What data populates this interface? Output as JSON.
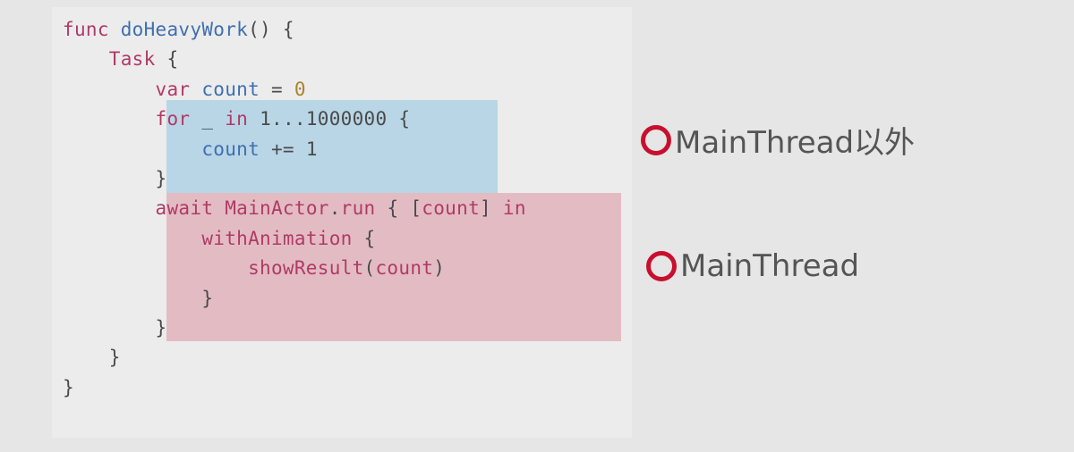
{
  "code": {
    "lines": [
      [
        {
          "t": "func ",
          "c": "kw"
        },
        {
          "t": "doHeavyWork",
          "c": "fn"
        },
        {
          "t": "() {",
          "c": "op"
        }
      ],
      [
        {
          "t": "    ",
          "c": "ws"
        },
        {
          "t": "Task",
          "c": "type"
        },
        {
          "t": " {",
          "c": "op"
        }
      ],
      [
        {
          "t": "        ",
          "c": "ws"
        },
        {
          "t": "var ",
          "c": "kw"
        },
        {
          "t": "count",
          "c": "var"
        },
        {
          "t": " = ",
          "c": "op"
        },
        {
          "t": "0",
          "c": "num"
        }
      ],
      [
        {
          "t": "        ",
          "c": "ws"
        },
        {
          "t": "for",
          "c": "kw"
        },
        {
          "t": " _ ",
          "c": "op"
        },
        {
          "t": "in",
          "c": "kw"
        },
        {
          "t": " 1...1000000 {",
          "c": "op"
        }
      ],
      [
        {
          "t": "            ",
          "c": "ws"
        },
        {
          "t": "count",
          "c": "var"
        },
        {
          "t": " += 1",
          "c": "op"
        }
      ],
      [
        {
          "t": "        }",
          "c": "op"
        }
      ],
      [
        {
          "t": "        ",
          "c": "ws"
        },
        {
          "t": "await",
          "c": "kw"
        },
        {
          "t": " ",
          "c": "op"
        },
        {
          "t": "MainActor",
          "c": "kw"
        },
        {
          "t": ".",
          "c": "op"
        },
        {
          "t": "run",
          "c": "kw"
        },
        {
          "t": " { [",
          "c": "op"
        },
        {
          "t": "count",
          "c": "kw"
        },
        {
          "t": "] ",
          "c": "op"
        },
        {
          "t": "in",
          "c": "kw"
        }
      ],
      [
        {
          "t": "            ",
          "c": "ws"
        },
        {
          "t": "withAnimation",
          "c": "kw"
        },
        {
          "t": " {",
          "c": "op"
        }
      ],
      [
        {
          "t": "                ",
          "c": "ws"
        },
        {
          "t": "showResult",
          "c": "kw"
        },
        {
          "t": "(",
          "c": "op"
        },
        {
          "t": "count",
          "c": "kw"
        },
        {
          "t": ")",
          "c": "op"
        }
      ],
      [
        {
          "t": "            }",
          "c": "op"
        }
      ],
      [
        {
          "t": "        }",
          "c": "op"
        }
      ],
      [
        {
          "t": "    }",
          "c": "op"
        }
      ],
      [
        {
          "t": "}",
          "c": "op"
        }
      ]
    ]
  },
  "labels": {
    "off_main": "MainThread以外",
    "main": "MainThread"
  },
  "colors": {
    "highlight_background": "#b9d6e6",
    "highlight_main": "#e3bcc3",
    "ring": "#c8102e"
  }
}
